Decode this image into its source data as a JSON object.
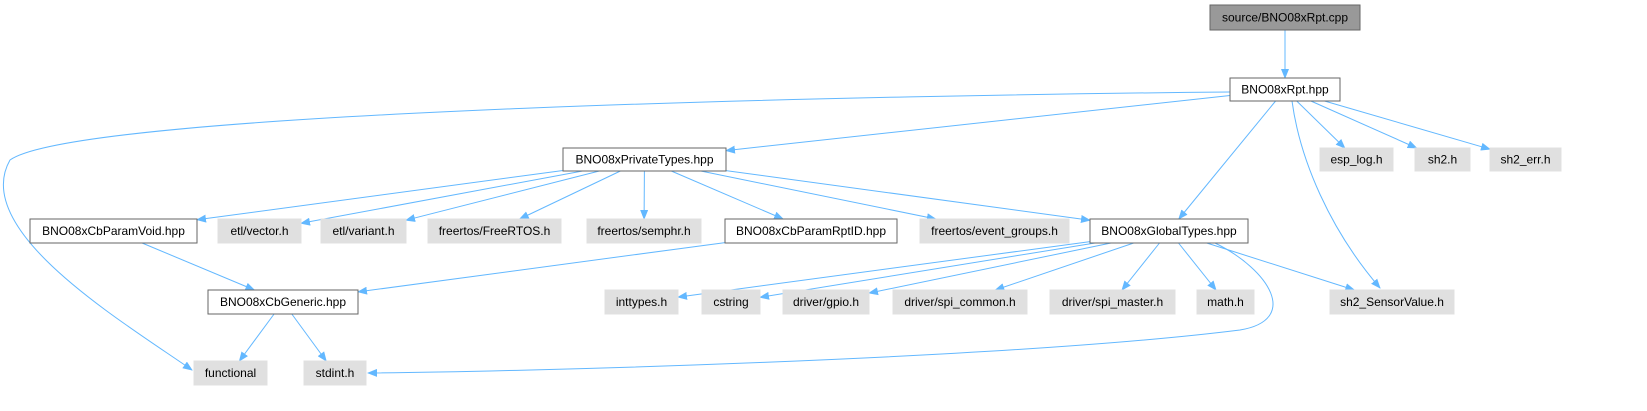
{
  "colors": {
    "edge": "#63b8ff",
    "root_fill": "#999999",
    "root_stroke": "#666666",
    "documented_fill": "#ffffff",
    "documented_stroke": "#666666",
    "external_fill": "#e0e0e0",
    "external_stroke": "#e0e0e0"
  },
  "nodes": [
    {
      "id": "root",
      "label": "source/BNO08xRpt.cpp",
      "kind": "root"
    },
    {
      "id": "rpt",
      "label": "BNO08xRpt.hpp",
      "kind": "documented"
    },
    {
      "id": "private",
      "label": "BNO08xPrivateTypes.hpp",
      "kind": "documented"
    },
    {
      "id": "esplog",
      "label": "esp_log.h",
      "kind": "external"
    },
    {
      "id": "sh2",
      "label": "sh2.h",
      "kind": "external"
    },
    {
      "id": "sh2err",
      "label": "sh2_err.h",
      "kind": "external"
    },
    {
      "id": "paramvoid",
      "label": "BNO08xCbParamVoid.hpp",
      "kind": "documented"
    },
    {
      "id": "etlvector",
      "label": "etl/vector.h",
      "kind": "external"
    },
    {
      "id": "etlvariant",
      "label": "etl/variant.h",
      "kind": "external"
    },
    {
      "id": "freertos",
      "label": "freertos/FreeRTOS.h",
      "kind": "external"
    },
    {
      "id": "semphr",
      "label": "freertos/semphr.h",
      "kind": "external"
    },
    {
      "id": "paramrptid",
      "label": "BNO08xCbParamRptID.hpp",
      "kind": "documented"
    },
    {
      "id": "eventgroups",
      "label": "freertos/event_groups.h",
      "kind": "external"
    },
    {
      "id": "global",
      "label": "BNO08xGlobalTypes.hpp",
      "kind": "documented"
    },
    {
      "id": "generic",
      "label": "BNO08xCbGeneric.hpp",
      "kind": "documented"
    },
    {
      "id": "inttypes",
      "label": "inttypes.h",
      "kind": "external"
    },
    {
      "id": "cstring",
      "label": "cstring",
      "kind": "external"
    },
    {
      "id": "gpio",
      "label": "driver/gpio.h",
      "kind": "external"
    },
    {
      "id": "spicommon",
      "label": "driver/spi_common.h",
      "kind": "external"
    },
    {
      "id": "spimaster",
      "label": "driver/spi_master.h",
      "kind": "external"
    },
    {
      "id": "math",
      "label": "math.h",
      "kind": "external"
    },
    {
      "id": "sensorvalue",
      "label": "sh2_SensorValue.h",
      "kind": "external"
    },
    {
      "id": "functional",
      "label": "functional",
      "kind": "external"
    },
    {
      "id": "stdint",
      "label": "stdint.h",
      "kind": "external"
    }
  ],
  "edges": [
    {
      "from": "root",
      "to": "rpt"
    },
    {
      "from": "rpt",
      "to": "functional"
    },
    {
      "from": "rpt",
      "to": "private"
    },
    {
      "from": "rpt",
      "to": "global"
    },
    {
      "from": "rpt",
      "to": "sensorvalue"
    },
    {
      "from": "rpt",
      "to": "esplog"
    },
    {
      "from": "rpt",
      "to": "sh2"
    },
    {
      "from": "rpt",
      "to": "sh2err"
    },
    {
      "from": "private",
      "to": "paramvoid"
    },
    {
      "from": "private",
      "to": "etlvector"
    },
    {
      "from": "private",
      "to": "etlvariant"
    },
    {
      "from": "private",
      "to": "freertos"
    },
    {
      "from": "private",
      "to": "semphr"
    },
    {
      "from": "private",
      "to": "paramrptid"
    },
    {
      "from": "private",
      "to": "eventgroups"
    },
    {
      "from": "private",
      "to": "global"
    },
    {
      "from": "paramvoid",
      "to": "generic"
    },
    {
      "from": "paramrptid",
      "to": "generic"
    },
    {
      "from": "generic",
      "to": "functional"
    },
    {
      "from": "generic",
      "to": "stdint"
    },
    {
      "from": "global",
      "to": "inttypes"
    },
    {
      "from": "global",
      "to": "cstring"
    },
    {
      "from": "global",
      "to": "gpio"
    },
    {
      "from": "global",
      "to": "spicommon"
    },
    {
      "from": "global",
      "to": "spimaster"
    },
    {
      "from": "global",
      "to": "math"
    },
    {
      "from": "global",
      "to": "sensorvalue"
    },
    {
      "from": "global",
      "to": "stdint"
    }
  ]
}
